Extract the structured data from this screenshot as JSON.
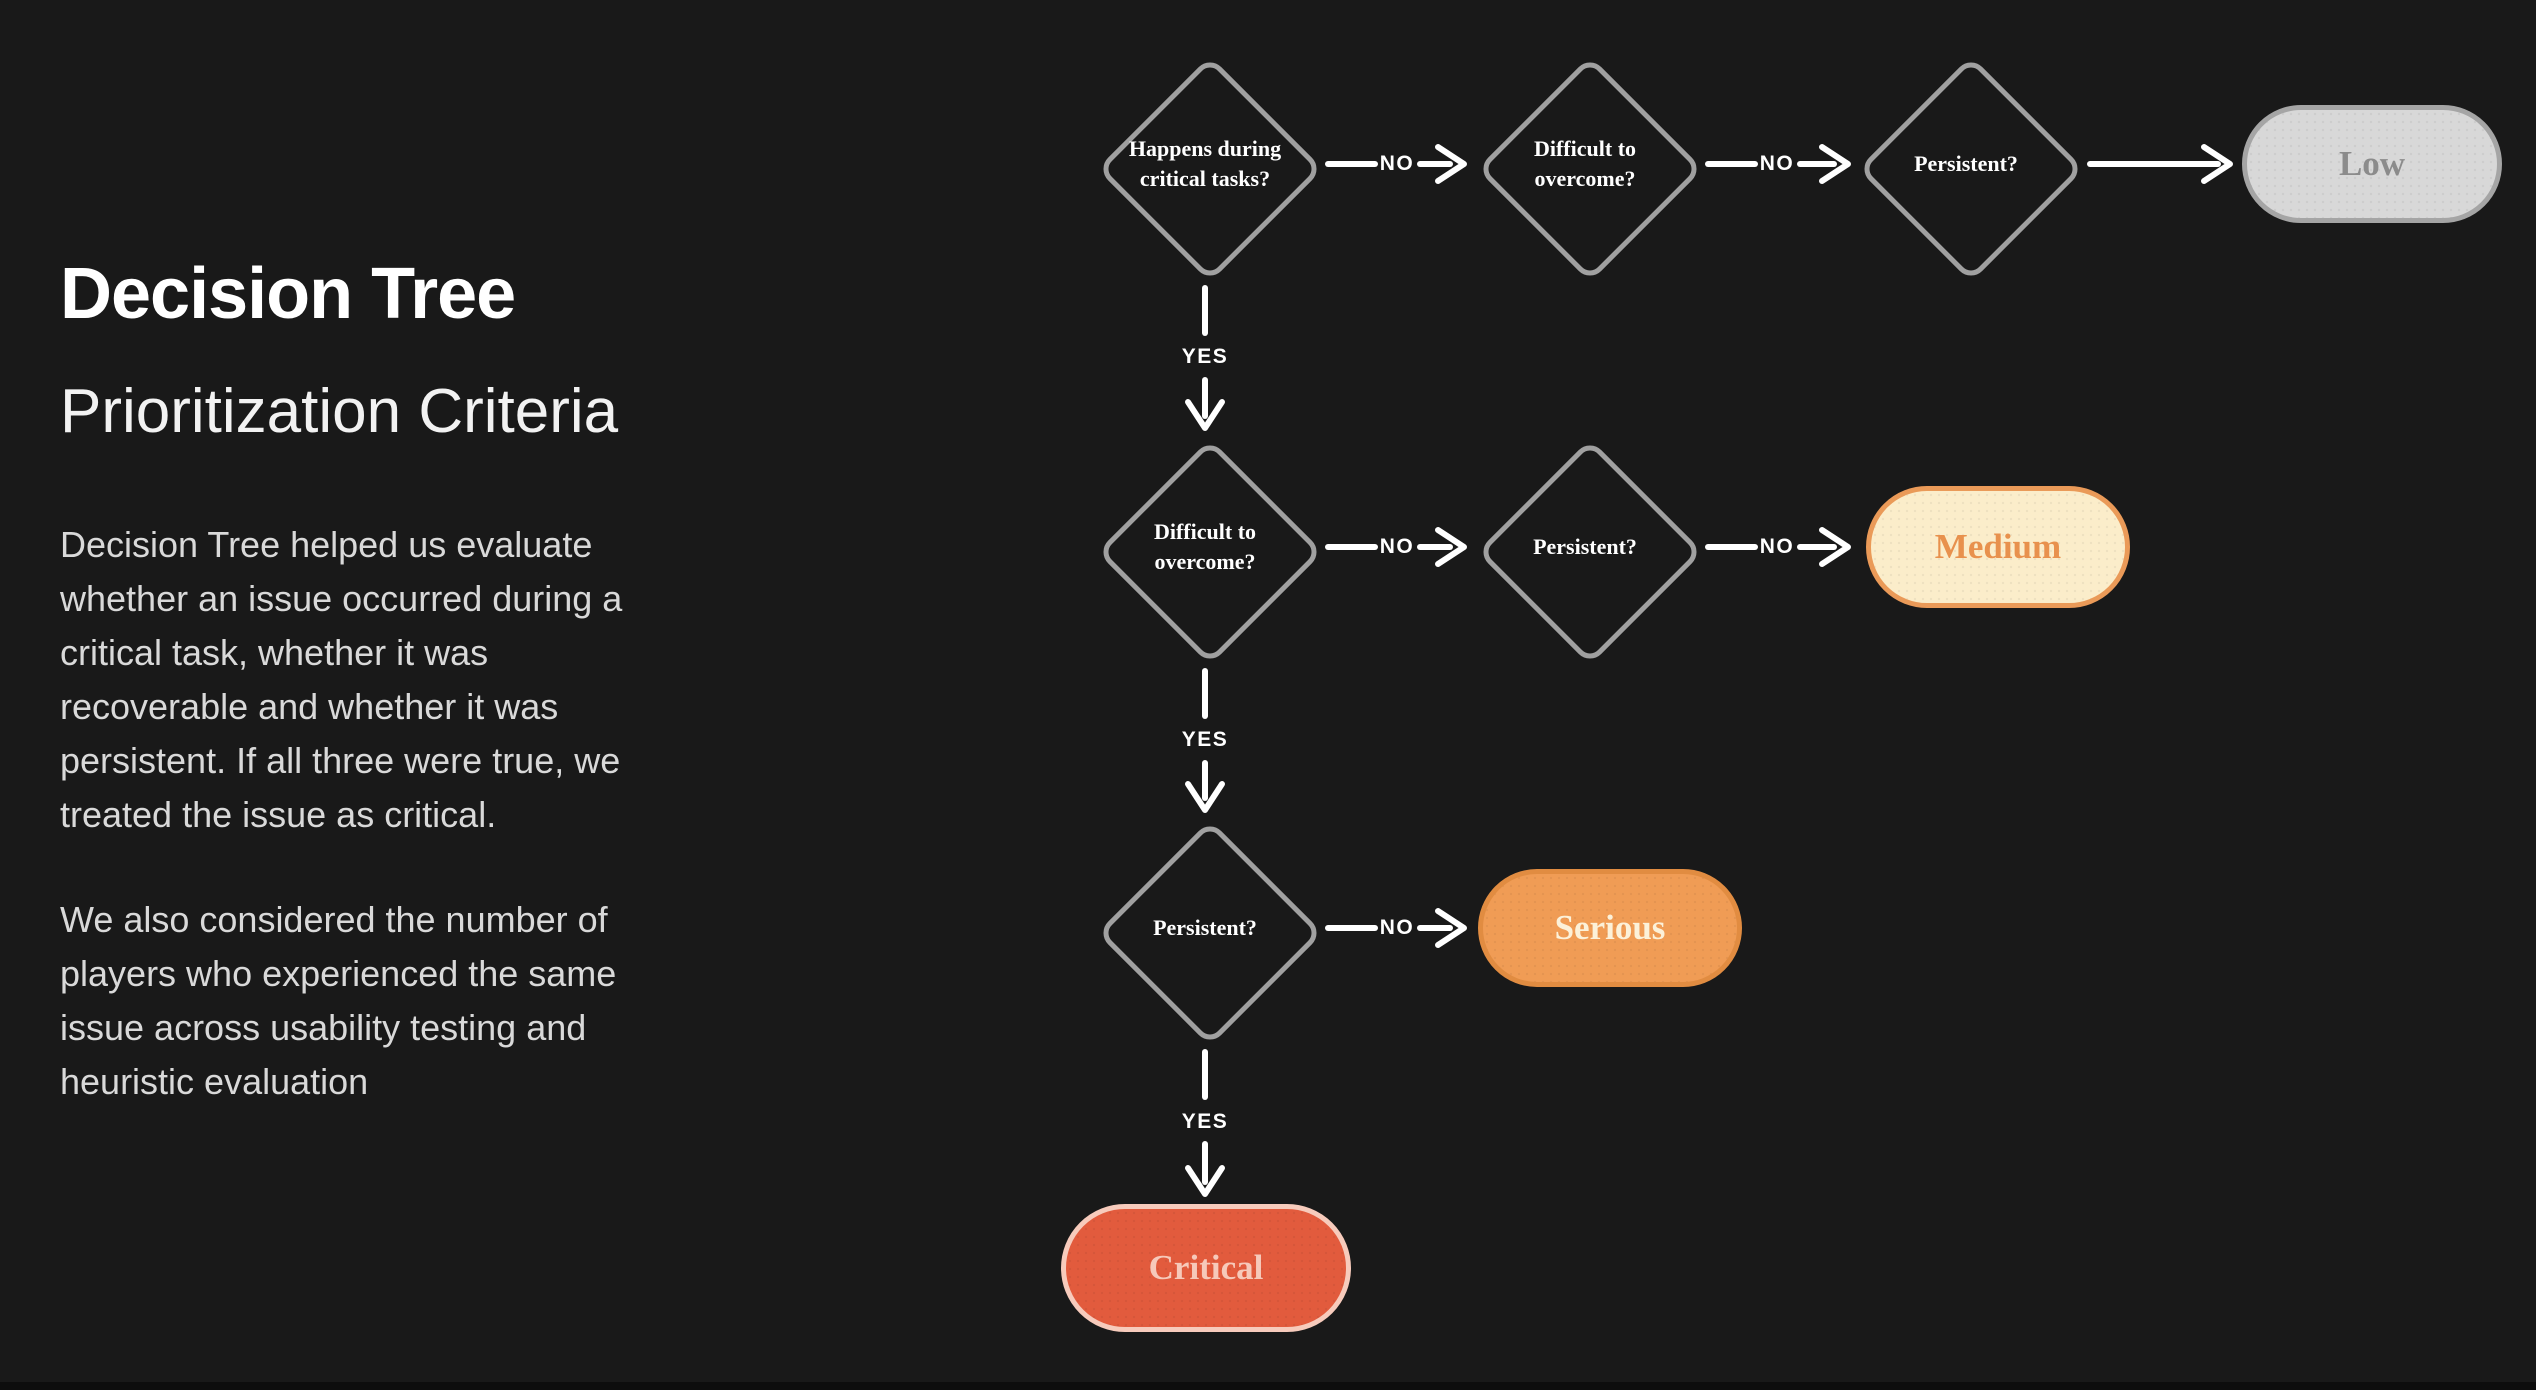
{
  "colors": {
    "background": "#191919",
    "bottom_bar": "#0d0d0d",
    "diamond_border": "#a0a0a0",
    "diamond_text": "#ffffff",
    "connector": "#ffffff",
    "title": "#ffffff",
    "subtitle": "#f2f2f2",
    "body_text": "#d9d9d9"
  },
  "panel": {
    "title": "Decision Tree",
    "subtitle": "Prioritization Criteria",
    "paragraph1": "Decision Tree helped us evaluate\nwhether an issue occurred during a\ncritical task, whether it was\nrecoverable and whether it was\npersistent. If all three were true, we\ntreated the issue as critical.",
    "paragraph2": "We also considered the number of\nplayers who experienced the same\nissue across usability testing and\nheuristic evaluation"
  },
  "flowchart": {
    "edge_labels": {
      "no": "NO",
      "yes": "YES"
    },
    "diamonds": [
      {
        "label": "Happens during critical tasks?"
      },
      {
        "label": "Difficult to overcome?"
      },
      {
        "label": "Persistent?"
      },
      {
        "label": "Difficult to overcome?"
      },
      {
        "label": "Persistent?"
      },
      {
        "label": "Persistent?"
      }
    ],
    "outcomes": [
      {
        "id": "low",
        "label": "Low",
        "fill": "#d8d8d8",
        "border": "#a5a5a5",
        "text": "#8b8b8b"
      },
      {
        "id": "medium",
        "label": "Medium",
        "fill": "#fbedca",
        "border": "#ea9a58",
        "text": "#e8914d"
      },
      {
        "id": "serious",
        "label": "Serious",
        "fill": "#f09c55",
        "border": "#e18c41",
        "text": "#fcf1d9"
      },
      {
        "id": "critical",
        "label": "Critical",
        "fill": "#e25b3d",
        "border": "#f7cbbc",
        "text": "#f6c9ba"
      }
    ]
  }
}
